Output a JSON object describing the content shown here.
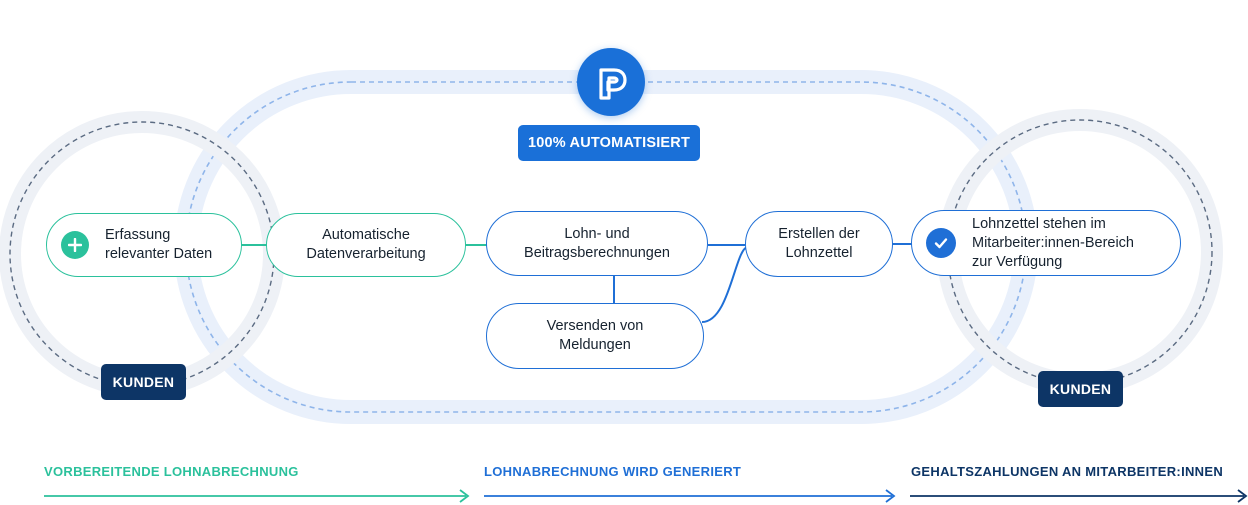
{
  "logo": {
    "icon": "p-logo-icon"
  },
  "badge": {
    "label": "100% AUTOMATISIERT"
  },
  "nodes": {
    "erfassung": "Erfassung\nrelevanter Daten",
    "datenverarbeitung": "Automatische\nDatenverarbeitung",
    "berechnungen": "Lohn- und\nBeitragsberechnungen",
    "meldungen": "Versenden von\nMeldungen",
    "lohnzettel": "Erstellen der\nLohnzettel",
    "verfuegung": "Lohnzettel stehen im\nMitarbeiter:innen-Bereich\nzur Verfügung"
  },
  "customer_tags": {
    "left": "KUNDEN",
    "right": "KUNDEN"
  },
  "phases": [
    {
      "label": "VORBEREITENDE LOHNABRECHNUNG",
      "color": "#2bc19c"
    },
    {
      "label": "LOHNABRECHNUNG WIRD GENERIERT",
      "color": "#1f6fd6"
    },
    {
      "label": "GEHALTSZAHLUNGEN AN MITARBEITER:INNEN",
      "color": "#0d3566"
    }
  ],
  "colors": {
    "green": "#2bc19c",
    "blue": "#1f6fd6",
    "navy": "#0d3566"
  }
}
